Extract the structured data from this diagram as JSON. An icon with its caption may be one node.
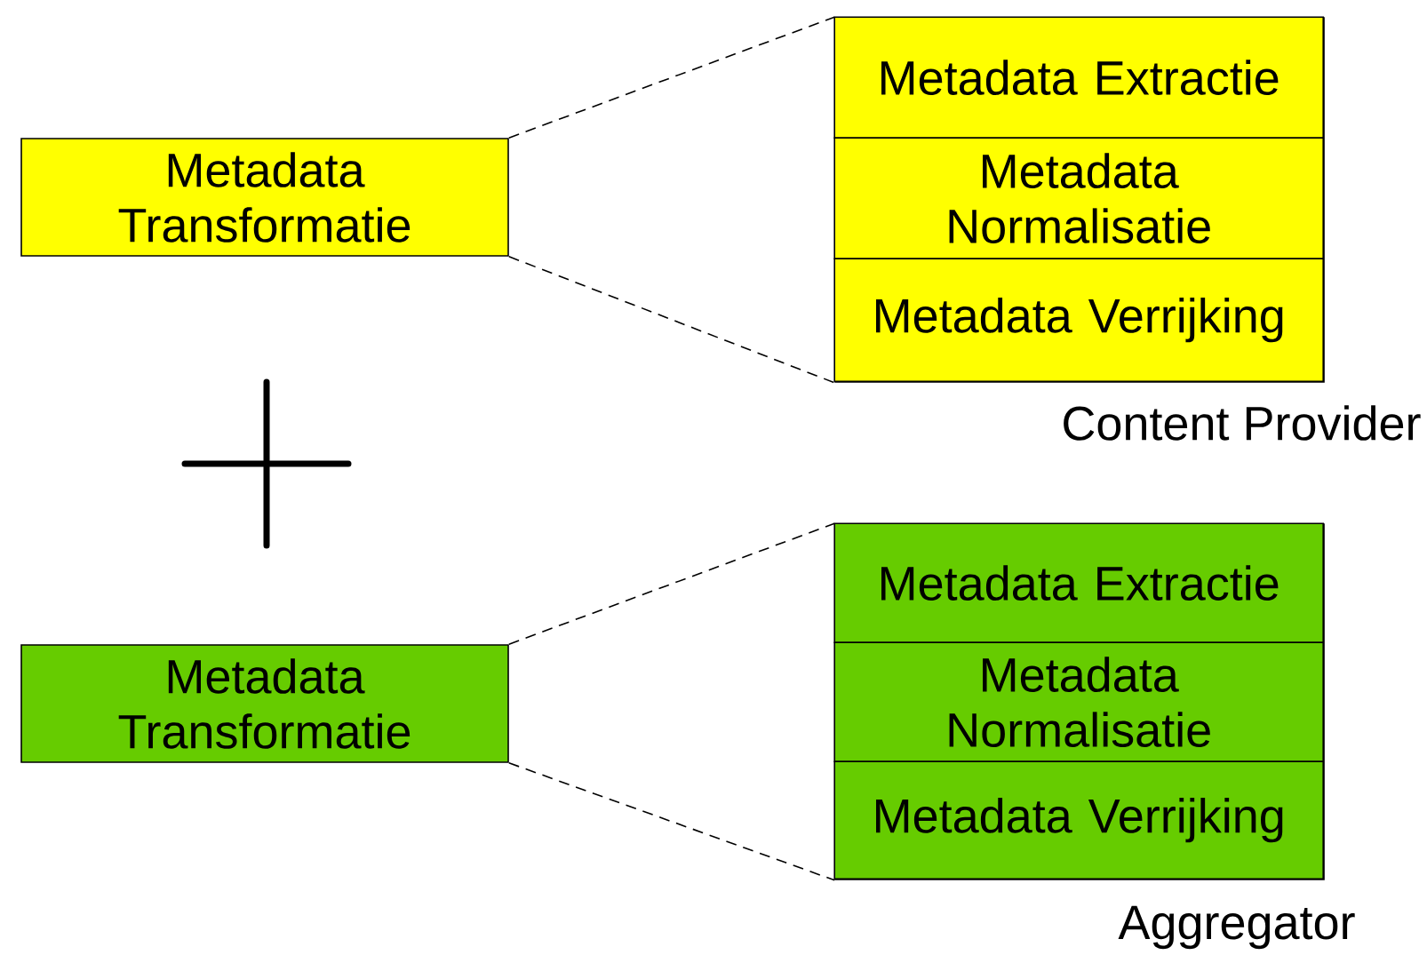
{
  "diagram": {
    "nodes": [
      {
        "text": [
          "Metadata Transformatie"
        ]
      },
      {
        "text": [],
        "shape": "box",
        "beside": [
          "Content Provider"
        ]
      },
      {
        "text": [
          "Metadata Extractie"
        ],
        "in": 1
      },
      {
        "text": [
          "Metadata Normalisatie"
        ],
        "in": 1
      },
      {
        "text": [
          "Metadata Verrijking"
        ],
        "in": 1
      },
      {
        "text": [
          "Metadata Transformatie"
        ]
      },
      {
        "text": [],
        "shape": "box",
        "beside": [
          "Aggregator"
        ]
      },
      {
        "text": [
          "Metadata Extractie"
        ],
        "in": 6
      },
      {
        "text": [
          "Metadata Normalisatie"
        ],
        "in": 6
      },
      {
        "text": [
          "Metadata Verrijking"
        ],
        "in": 6
      }
    ],
    "edges": [
      {
        "from": 0,
        "to": 1,
        "arrow": "none",
        "style": "dashed"
      },
      {
        "from": 0,
        "to": 1,
        "arrow": "none",
        "style": "dashed"
      },
      {
        "from": 5,
        "to": 6,
        "arrow": "none",
        "style": "dashed"
      },
      {
        "from": 5,
        "to": 6,
        "arrow": "none",
        "style": "dashed"
      }
    ]
  }
}
